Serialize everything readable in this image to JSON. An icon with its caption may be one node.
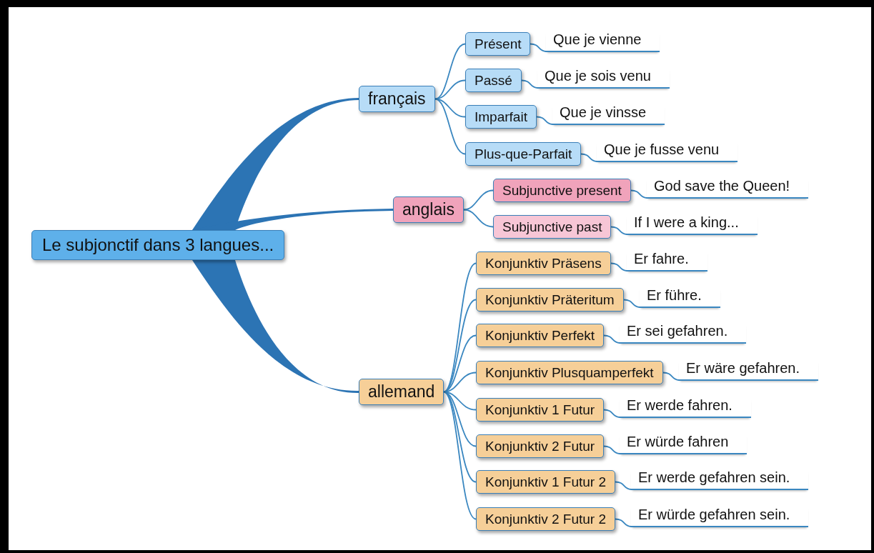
{
  "diagram": {
    "nodes": [
      {
        "text": [
          "Le subjonctif dans 3 langues..."
        ]
      },
      {
        "text": [
          "français"
        ]
      },
      {
        "text": [
          "Présent"
        ]
      },
      {
        "text": [
          "Que je vienne"
        ]
      },
      {
        "text": [
          "Passé"
        ]
      },
      {
        "text": [
          "Que je sois venu"
        ]
      },
      {
        "text": [
          "Imparfait"
        ]
      },
      {
        "text": [
          "Que je vinsse"
        ]
      },
      {
        "text": [
          "Plus-que-Parfait"
        ]
      },
      {
        "text": [
          "Que je fusse venu"
        ]
      },
      {
        "text": [
          "anglais"
        ]
      },
      {
        "text": [
          "Subjunctive present"
        ]
      },
      {
        "text": [
          "God save the Queen!"
        ]
      },
      {
        "text": [
          "Subjunctive past"
        ]
      },
      {
        "text": [
          "If I were a king..."
        ]
      },
      {
        "text": [
          "allemand"
        ]
      },
      {
        "text": [
          "Konjunktiv Präsens"
        ]
      },
      {
        "text": [
          "Er fahre."
        ]
      },
      {
        "text": [
          "Konjunktiv Präteritum"
        ]
      },
      {
        "text": [
          "Er führe."
        ]
      },
      {
        "text": [
          "Konjunktiv Perfekt"
        ]
      },
      {
        "text": [
          "Er sei gefahren."
        ]
      },
      {
        "text": [
          "Konjunktiv Plusquamperfekt"
        ]
      },
      {
        "text": [
          "Er wäre gefahren."
        ]
      },
      {
        "text": [
          "Konjunktiv 1 Futur"
        ]
      },
      {
        "text": [
          "Er werde fahren."
        ]
      },
      {
        "text": [
          "Konjunktiv 2 Futur"
        ]
      },
      {
        "text": [
          "Er würde fahren"
        ]
      },
      {
        "text": [
          "Konjunktiv 1 Futur 2"
        ]
      },
      {
        "text": [
          "Er werde gefahren sein."
        ]
      },
      {
        "text": [
          "Konjunktiv 2 Futur 2"
        ]
      },
      {
        "text": [
          "Er würde gefahren sein."
        ]
      }
    ],
    "edges": [
      {
        "from": 0,
        "to": 1,
        "arrow": "none",
        "style": "thick",
        "color": "#2c74b4"
      },
      {
        "from": 0,
        "to": 10,
        "arrow": "none",
        "style": "thick",
        "color": "#2c74b4"
      },
      {
        "from": 0,
        "to": 15,
        "arrow": "none",
        "style": "thick",
        "color": "#2c74b4"
      },
      {
        "from": 1,
        "to": 2,
        "arrow": "none"
      },
      {
        "from": 2,
        "to": 3,
        "arrow": "none"
      },
      {
        "from": 1,
        "to": 4,
        "arrow": "none"
      },
      {
        "from": 4,
        "to": 5,
        "arrow": "none"
      },
      {
        "from": 1,
        "to": 6,
        "arrow": "none"
      },
      {
        "from": 6,
        "to": 7,
        "arrow": "none"
      },
      {
        "from": 1,
        "to": 8,
        "arrow": "none"
      },
      {
        "from": 8,
        "to": 9,
        "arrow": "none"
      },
      {
        "from": 10,
        "to": 11,
        "arrow": "none"
      },
      {
        "from": 11,
        "to": 12,
        "arrow": "none"
      },
      {
        "from": 10,
        "to": 13,
        "arrow": "none"
      },
      {
        "from": 13,
        "to": 14,
        "arrow": "none"
      },
      {
        "from": 15,
        "to": 16,
        "arrow": "none"
      },
      {
        "from": 16,
        "to": 17,
        "arrow": "none"
      },
      {
        "from": 15,
        "to": 18,
        "arrow": "none"
      },
      {
        "from": 18,
        "to": 19,
        "arrow": "none"
      },
      {
        "from": 15,
        "to": 20,
        "arrow": "none"
      },
      {
        "from": 20,
        "to": 21,
        "arrow": "none"
      },
      {
        "from": 15,
        "to": 22,
        "arrow": "none"
      },
      {
        "from": 22,
        "to": 23,
        "arrow": "none"
      },
      {
        "from": 15,
        "to": 24,
        "arrow": "none"
      },
      {
        "from": 24,
        "to": 25,
        "arrow": "none"
      },
      {
        "from": 15,
        "to": 26,
        "arrow": "none"
      },
      {
        "from": 26,
        "to": 27,
        "arrow": "none"
      },
      {
        "from": 15,
        "to": 28,
        "arrow": "none"
      },
      {
        "from": 28,
        "to": 29,
        "arrow": "none"
      },
      {
        "from": 15,
        "to": 30,
        "arrow": "none"
      },
      {
        "from": 30,
        "to": 31,
        "arrow": "none"
      }
    ]
  }
}
